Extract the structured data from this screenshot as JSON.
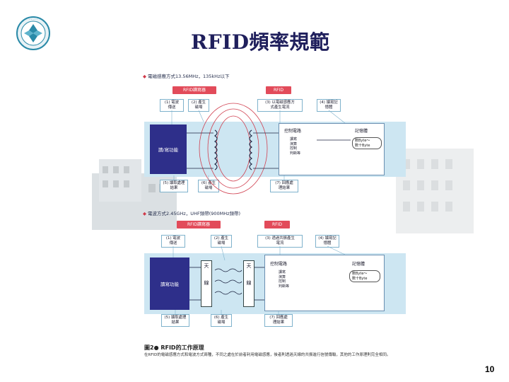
{
  "slide": {
    "title": "RFID頻率規範",
    "page_number": "10"
  },
  "figure": {
    "section1": {
      "heading": "電磁感應方式13.56MHz，135kHz以下",
      "reader_tab": "RFID讀寫器",
      "tag_tab": "RFID",
      "reader_block": "讀/寫功能",
      "notes": [
        "(1) 電波\n傳送",
        "(2) 產生\n磁場",
        "(3) 以電磁感應方\n式產生電流",
        "(4) 讀寫記\n憶體",
        "(5) 讀取處理\n結果",
        "(6) 產生\n磁場",
        "(7) 回應處\n理結果"
      ],
      "control_circuit": "控制電路",
      "control_sub": "讀寫\n演算\n控制\n判斷等",
      "memory_label": "記憶體",
      "memory_sub": "數Byte～\n數十Byte"
    },
    "section2": {
      "heading": "電波方式2.45GHz，UHF頻帶(900MHz頻帶)",
      "reader_tab": "RFID讀寫器",
      "tag_tab": "RFID",
      "reader_block": "讀寫功能",
      "antenna_char1": "天",
      "antenna_char2": "線",
      "notes": [
        "(1) 電波\n傳送",
        "(2) 產生\n磁場",
        "(3) 透過共振產生\n電流",
        "(4) 讀寫記\n憶體",
        "(5) 讀取處理\n結果",
        "(6) 產生\n磁場",
        "(7) 回應處\n理結果"
      ],
      "control_circuit": "控制電路",
      "control_sub": "讀寫\n演算\n控制\n判斷等",
      "memory_label": "記憶體",
      "memory_sub": "數Byte～\n數十Byte"
    },
    "caption_title": "圖2● RFID的工作原理",
    "caption_text": "在RFID的電磁感應方式和電波方式兩種，不同之處在於前者利用電磁感應，後者則透過天線的共振進行信號傳輸，其他的工作原理則完全相同。"
  },
  "colors": {
    "title": "#1f1f5c",
    "panel": "#cde6f2",
    "tab_red": "#e24b5a",
    "reader_block": "#2e2f8a",
    "field_line": "#d04050"
  }
}
